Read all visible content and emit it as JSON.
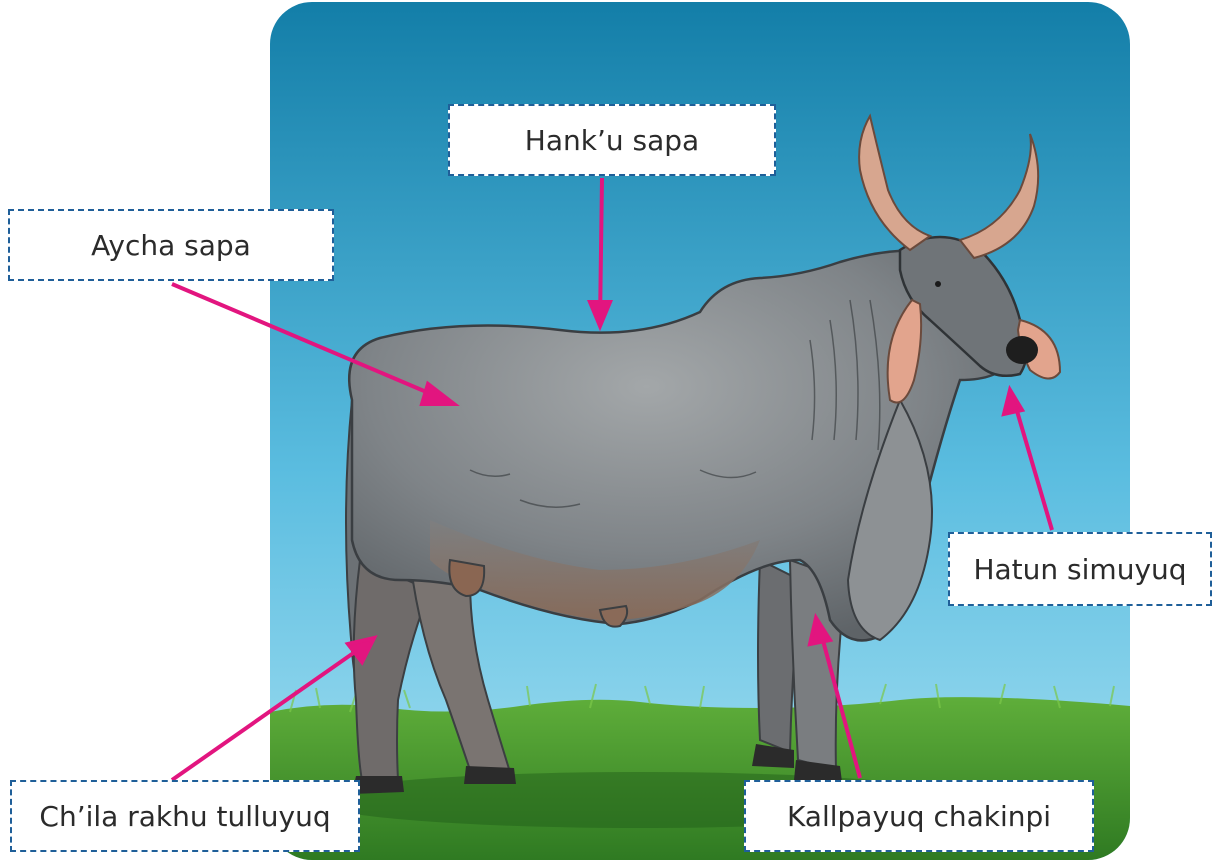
{
  "labels": {
    "back": "Hank’u sapa",
    "body": "Aycha sapa",
    "neck": "Hatun simuyuq",
    "hind_leg": "Ch’ila rakhu tulluyuq",
    "front_leg": "Kallpayuq chakinpi"
  },
  "colors": {
    "sky_top": "#1e86ad",
    "sky_bottom": "#8fd6ee",
    "grass": "#3f8f2c",
    "cow_body": "#7d8286",
    "cow_belly": "#8a6a55",
    "horn": "#d7a68f",
    "arrow": "#e2157f",
    "box_border": "#1f5f99"
  }
}
